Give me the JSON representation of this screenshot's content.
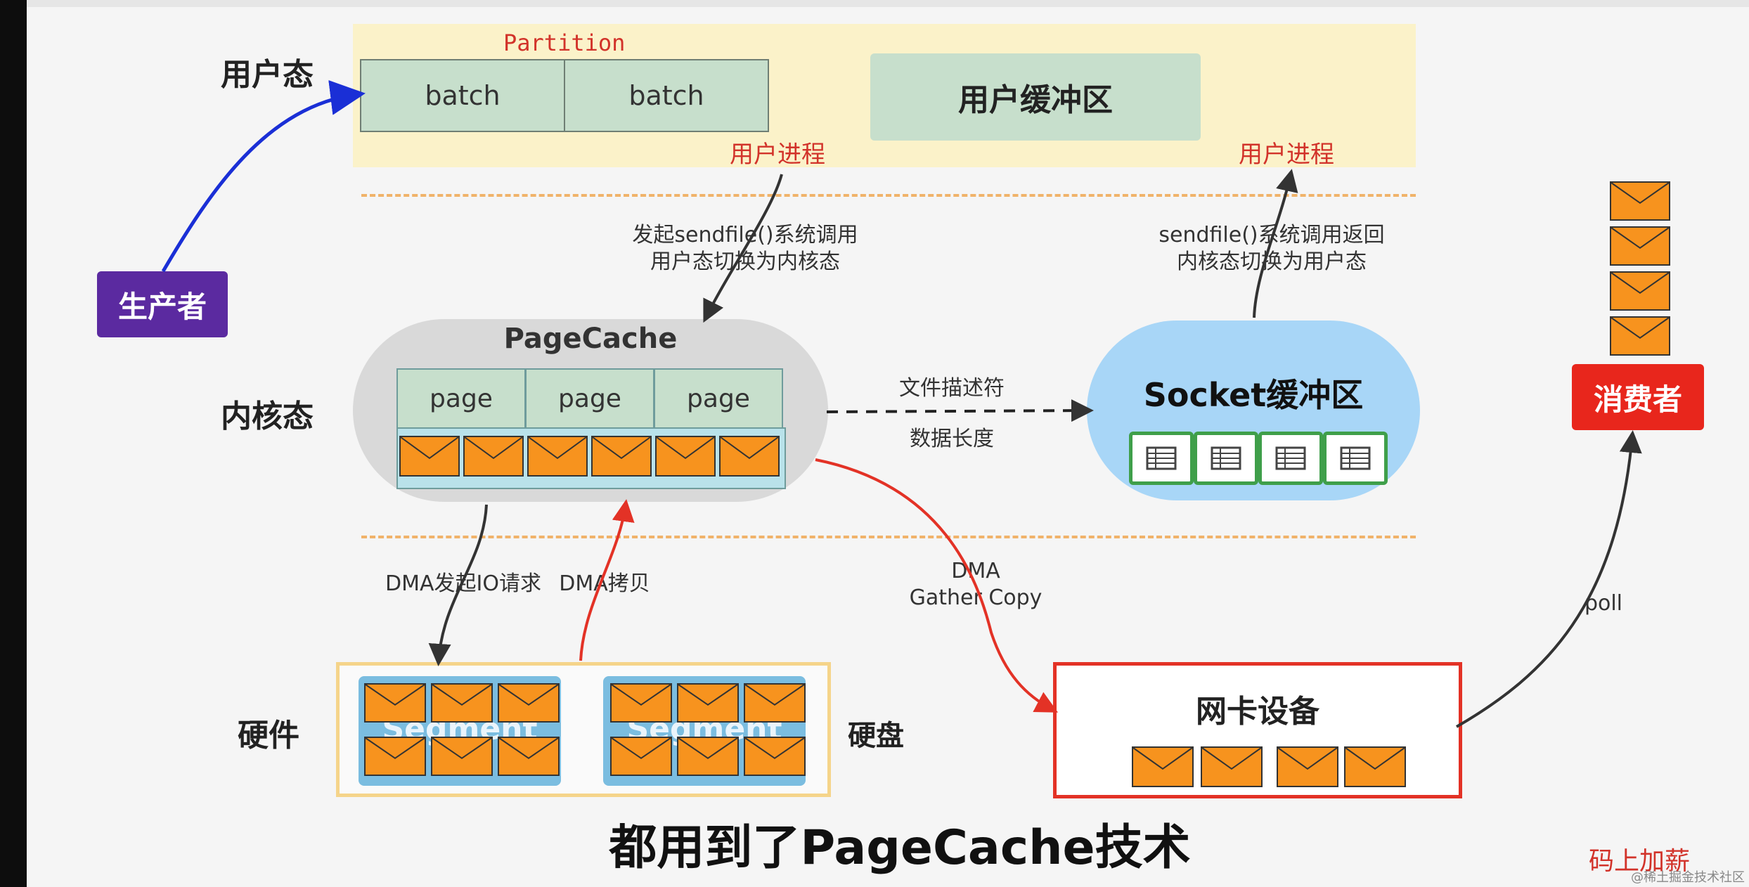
{
  "zones": {
    "user": "用户态",
    "kernel": "内核态",
    "hardware": "硬件"
  },
  "user_space": {
    "partition_label": "Partition",
    "batches": [
      "batch",
      "batch"
    ],
    "buffer_label": "用户缓冲区",
    "process_left": "用户进程",
    "process_right": "用户进程"
  },
  "producer": {
    "label": "生产者"
  },
  "consumer": {
    "label": "消费者"
  },
  "calls": {
    "sendfile_start_line1": "发起sendfile()系统调用",
    "sendfile_start_line2": "用户态切换为内核态",
    "sendfile_return_line1": "sendfile()系统调用返回",
    "sendfile_return_line2": "内核态切换为用户态"
  },
  "kernel_space": {
    "pagecache_title": "PageCache",
    "pages": [
      "page",
      "page",
      "page"
    ],
    "message_count": 6,
    "fd_label": "文件描述符",
    "length_label": "数据长度",
    "socket_title": "Socket缓冲区",
    "socket_slots": 4
  },
  "hardware": {
    "dma_io_label": "DMA发起IO请求",
    "dma_copy_label": "DMA拷贝",
    "segments": [
      "Segment",
      "Segment"
    ],
    "disk_label": "硬盘",
    "gather_line1": "DMA",
    "gather_line2": "Gather Copy",
    "nic_title": "网卡设备",
    "nic_messages": 4
  },
  "poll_label": "poll",
  "consumer_queue_count": 4,
  "subtitle": "都用到了PageCache技术",
  "brand": "码上加薪",
  "watermark": "@稀土掘金技术社区",
  "colors": {
    "message": "#f7931e",
    "producer": "#5b2aa0",
    "consumer": "#e8261c",
    "user_band": "#fbf2c9",
    "socket_buffer": "#a8d6f7",
    "pagecache": "#d9d9d9"
  }
}
